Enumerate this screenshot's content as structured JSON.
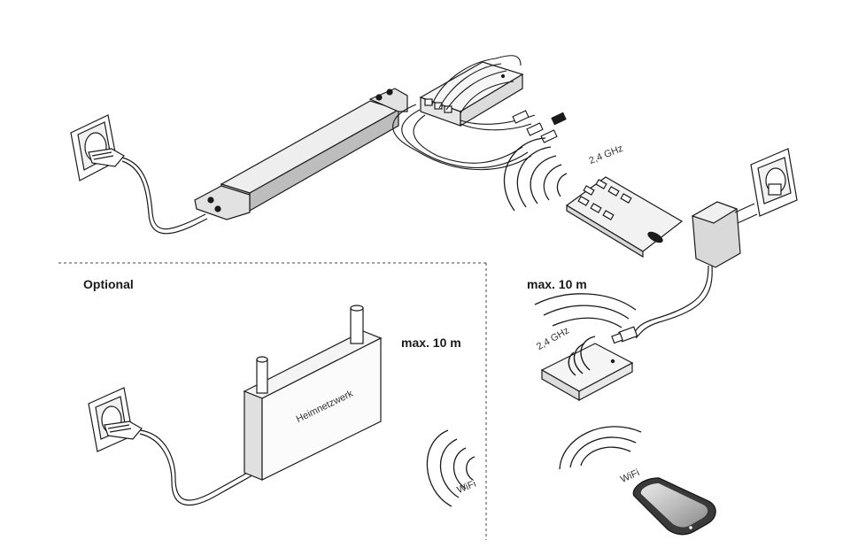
{
  "labels": {
    "optional": "Optional",
    "range_router": "max. 10 m",
    "range_hub": "max. 10 m",
    "freq_remote": "2,4 GHz",
    "freq_hub": "2,4 GHz",
    "router_name": "Heimnetzwerk",
    "wifi_router": "WiFi",
    "wifi_phone": "WiFi"
  },
  "colors": {
    "line": "#1a1a1a",
    "driver_body": "#c9c9c9",
    "driver_end": "#e2e2e2",
    "phone_screen": "#a8a8a8"
  }
}
